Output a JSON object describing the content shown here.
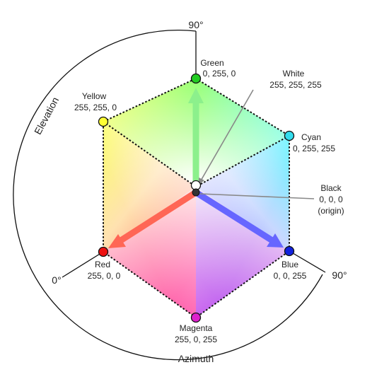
{
  "colors": {
    "green": "#22cc22",
    "yellow": "#ffff33",
    "cyan": "#33ddee",
    "white": "#ffffff",
    "black": "#333333",
    "red": "#ee1111",
    "blue": "#1122dd",
    "magenta": "#dd22cc",
    "frame": "#111111"
  },
  "vertices": {
    "green": {
      "name": "Green",
      "rgb": "0, 255, 0"
    },
    "yellow": {
      "name": "Yellow",
      "rgb": "255, 255, 0"
    },
    "cyan": {
      "name": "Cyan",
      "rgb": "0, 255, 255"
    },
    "white": {
      "name": "White",
      "rgb": "255, 255, 255"
    },
    "black": {
      "name": "Black",
      "rgb": "0, 0, 0",
      "note": "(origin)"
    },
    "red": {
      "name": "Red",
      "rgb": "255, 0, 0"
    },
    "blue": {
      "name": "Blue",
      "rgb": "0, 0, 255"
    },
    "magenta": {
      "name": "Magenta",
      "rgb": "255, 0, 255"
    }
  },
  "angles": {
    "elevation_top": "90°",
    "azimuth_zero": "0°",
    "azimuth_right": "90°"
  },
  "arc_labels": {
    "elevation": "Elevation",
    "azimuth": "Azimuth"
  }
}
